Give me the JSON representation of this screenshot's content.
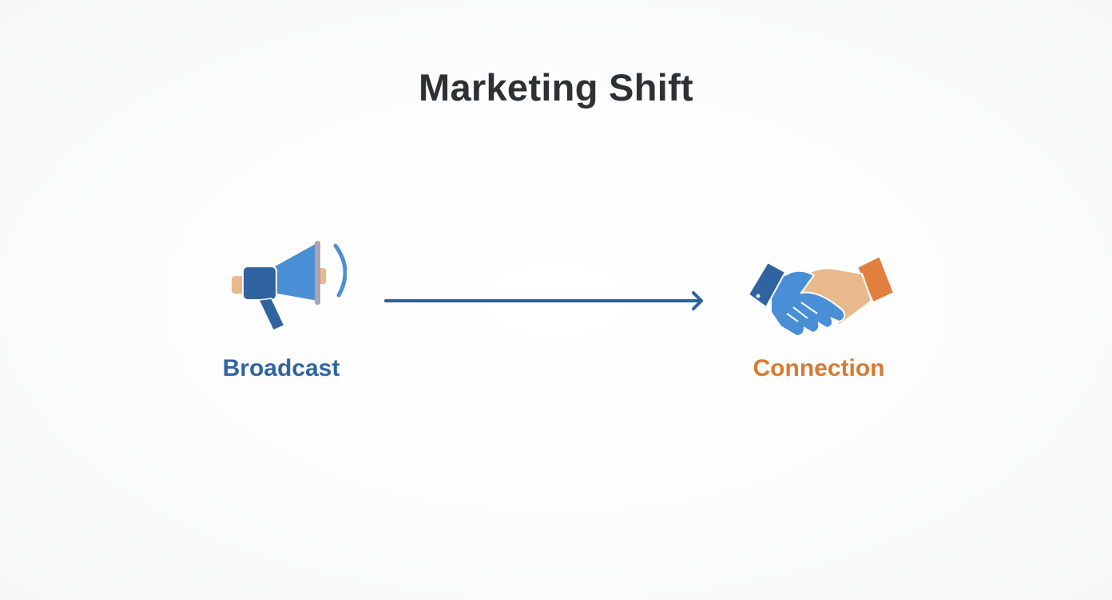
{
  "title": "Marketing Shift",
  "nodes": {
    "from": {
      "label": "Broadcast",
      "icon": "megaphone-icon",
      "color": "#2f64a0"
    },
    "to": {
      "label": "Connection",
      "icon": "handshake-icon",
      "color": "#d87a32"
    }
  },
  "arrow": {
    "direction": "right",
    "color": "#2b62a0"
  },
  "colors": {
    "title": "#2f3033",
    "blue_dark": "#2f64a0",
    "blue_light": "#4a8fd6",
    "skin": "#e8b98c",
    "orange": "#e07f3e"
  }
}
